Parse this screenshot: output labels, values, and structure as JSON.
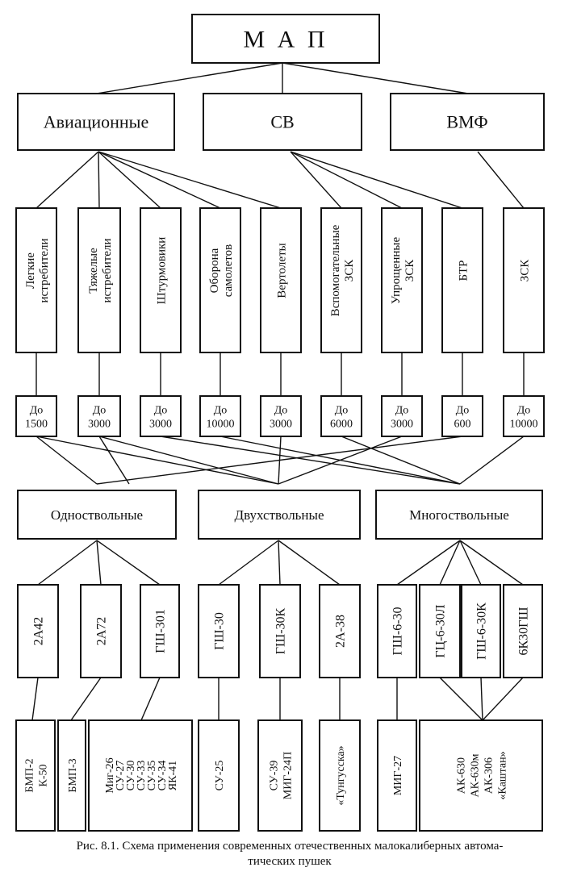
{
  "root": "М А П",
  "groups": [
    "Авиационные",
    "СВ",
    "ВМФ"
  ],
  "categories": [
    [
      "Легкие",
      "истребители"
    ],
    [
      "Тяжелые",
      "истребители"
    ],
    [
      "Штурмовики"
    ],
    [
      "Оборона",
      "самолетов"
    ],
    [
      "Вертолеты"
    ],
    [
      "Вспомогательные",
      "ЗСК"
    ],
    [
      "Упрощенные",
      "ЗСК"
    ],
    [
      "БТР"
    ],
    [
      "ЗСК"
    ]
  ],
  "ranges": [
    [
      "До",
      "1500"
    ],
    [
      "До",
      "3000"
    ],
    [
      "До",
      "3000"
    ],
    [
      "До",
      "10000"
    ],
    [
      "До",
      "3000"
    ],
    [
      "До",
      "6000"
    ],
    [
      "До",
      "3000"
    ],
    [
      "До",
      "600"
    ],
    [
      "До",
      "10000"
    ]
  ],
  "barrel_types": [
    "Одноствольные",
    "Двухствольные",
    "Многоствольные"
  ],
  "guns": [
    "2А42",
    "2А72",
    "ГШ-301",
    "ГШ-30",
    "ГШ-30К",
    "2А-38",
    "ГШ-6-30",
    "ГЦ-6-30Л",
    "ГШ-6-30К",
    "6К30ГШ"
  ],
  "carriers": [
    [
      "БМП-2",
      "К-50"
    ],
    [
      "БМП-3"
    ],
    [
      "Миг-26",
      "СУ-27",
      "СУ-30",
      "СУ-33",
      "СУ-35",
      "СУ-34",
      "ЯК-41"
    ],
    [
      "СУ-25"
    ],
    [
      "СУ-39",
      "МИГ-24П"
    ],
    [
      "«Тунгусска»"
    ],
    [
      "МИГ-27"
    ],
    [
      "АК-630",
      "АК-630м",
      "АК-306",
      "«Каштан»"
    ]
  ],
  "caption": {
    "line1": "Рис. 8.1. Схема применения современных отечественных малокалиберных автома-",
    "line2": "тических пушек"
  }
}
